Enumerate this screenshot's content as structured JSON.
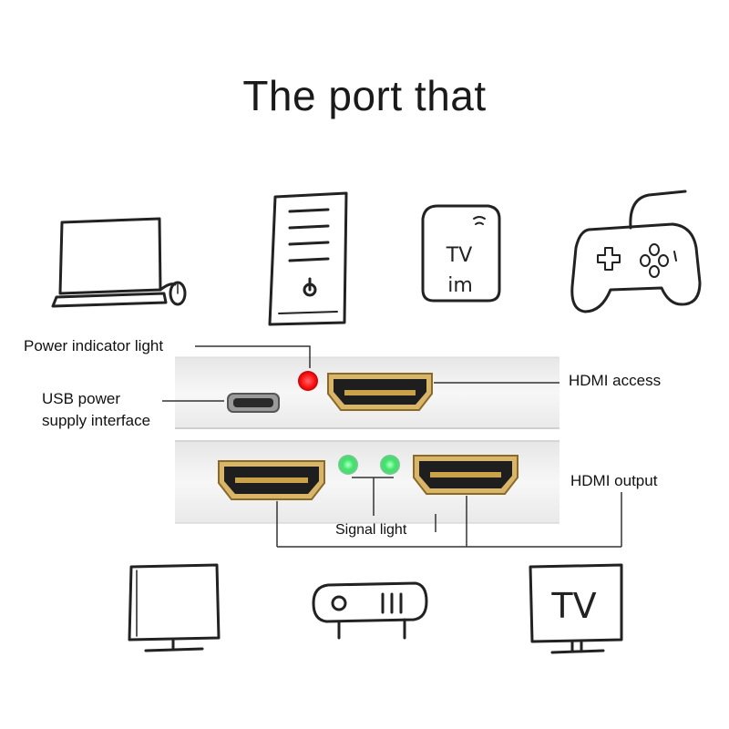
{
  "title": "The port that",
  "labels": {
    "power_indicator": "Power indicator light",
    "usb_power_line1": "USB power",
    "usb_power_line2": "supply interface",
    "hdmi_access": "HDMI access",
    "hdmi_output": "HDMI output",
    "signal_light": "Signal light"
  },
  "sketch_text": {
    "tv_box_line1": "TV",
    "tv_box_line2": "im",
    "tv_output": "TV"
  },
  "colors": {
    "power_led": "#ff1a1a",
    "signal_led": "#2fe05a",
    "port_gold": "#c9a24a",
    "device_body": "#f4f4f4"
  }
}
